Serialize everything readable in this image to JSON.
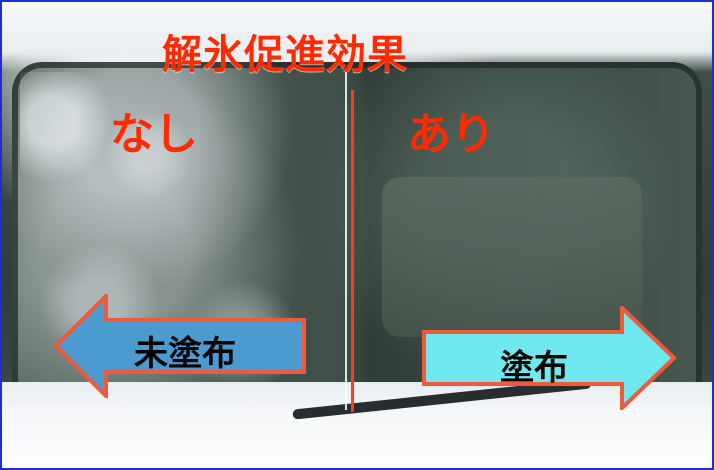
{
  "title": "解氷促進効果",
  "labels": {
    "left": "なし",
    "right": "あり"
  },
  "arrows": {
    "left": {
      "label": "未塗布",
      "fill": "#4b9bd0",
      "stroke": "#f05a3a"
    },
    "right": {
      "label": "塗布",
      "fill": "#6fe8ef",
      "stroke": "#f05a3a"
    }
  },
  "colors": {
    "frame": "#1d2fd0",
    "accent_red": "#ff2a00"
  }
}
